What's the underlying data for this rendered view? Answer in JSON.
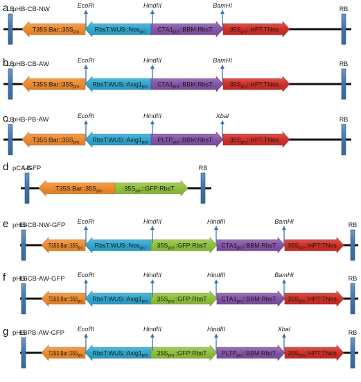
{
  "colors": {
    "orange": "#ee8a2e",
    "blue": "#2fa6cf",
    "purple": "#8354a6",
    "red": "#cf2f26",
    "green": "#8fc03c",
    "border": "#3e74ad",
    "line": "#111111",
    "site_arrow": "#3e74ad"
  },
  "panels": [
    {
      "letter": "a",
      "name": "pHB-CB-NW",
      "borders": [
        "LB",
        "RB"
      ],
      "segments": [
        {
          "color": "orange",
          "dir": "left",
          "main": "T35S:Bar::35S",
          "sub": "pro",
          "tail": ""
        },
        {
          "color": "blue",
          "dir": "left",
          "main": "RbsT:WUS::Nos",
          "sub": "pro",
          "tail": ""
        },
        {
          "color": "purple",
          "dir": "right",
          "main": "CTA1",
          "sub": "pro",
          "tail": "::BBM:RbsT"
        },
        {
          "color": "red",
          "dir": "right",
          "main": "35S",
          "sub": "pro",
          "tail": "::HPT:TNos"
        }
      ],
      "sites": [
        "EcoRI",
        "HindIII",
        "BamHI"
      ]
    },
    {
      "letter": "b",
      "name": "pHB-CB-AW",
      "borders": [
        "LB",
        "RB"
      ],
      "segments": [
        {
          "color": "orange",
          "dir": "left",
          "main": "T35S:Bar::35S",
          "sub": "pro",
          "tail": ""
        },
        {
          "color": "blue",
          "dir": "left",
          "main": "RbsT:WUS::Axig1",
          "sub": "pro",
          "tail": ""
        },
        {
          "color": "purple",
          "dir": "right",
          "main": "CTA1",
          "sub": "pro",
          "tail": "::BBM:RbsT"
        },
        {
          "color": "red",
          "dir": "right",
          "main": "35S",
          "sub": "pro",
          "tail": "::HPT:TNos"
        }
      ],
      "sites": [
        "EcoRI",
        "HindIII",
        "BamHI"
      ]
    },
    {
      "letter": "c",
      "name": "pHB-PB-AW",
      "borders": [
        "LB",
        "RB"
      ],
      "segments": [
        {
          "color": "orange",
          "dir": "left",
          "main": "T35S:Bar::35S",
          "sub": "pro",
          "tail": ""
        },
        {
          "color": "blue",
          "dir": "left",
          "main": "RbsT:WUS::Axig1",
          "sub": "pro",
          "tail": ""
        },
        {
          "color": "purple",
          "dir": "right",
          "main": "PLTP",
          "sub": "pro",
          "tail": "::BBM:RbsT"
        },
        {
          "color": "red",
          "dir": "right",
          "main": "35S",
          "sub": "pro",
          "tail": "::HPT:TNos"
        }
      ],
      "sites": [
        "EcoRI",
        "HindIII",
        "XbaI"
      ]
    },
    {
      "letter": "d",
      "name": "pCA-GFP",
      "borders": [
        "LB",
        "RB"
      ],
      "segments": [
        {
          "color": "orange",
          "dir": "left",
          "main": "T35S:Bar::35S",
          "sub": "pro",
          "tail": ""
        },
        {
          "color": "green",
          "dir": "right",
          "main": "35S",
          "sub": "pro",
          "tail": "::GFP:RbsT"
        }
      ],
      "sites": []
    },
    {
      "letter": "e",
      "name": "pHB-CB-NW-GFP",
      "borders": [
        "LB",
        "RB"
      ],
      "segments": [
        {
          "color": "orange",
          "dir": "left",
          "main": "T35S:Bar::35S",
          "sub": "pro",
          "tail": ""
        },
        {
          "color": "blue",
          "dir": "left",
          "main": "RbsT:WUS::Nos",
          "sub": "pro",
          "tail": ""
        },
        {
          "color": "green",
          "dir": "right",
          "main": "35S",
          "sub": "pro",
          "tail": "::GFP:RbsT"
        },
        {
          "color": "purple",
          "dir": "right",
          "main": "CTA1",
          "sub": "pro",
          "tail": "::BBM:RbsT"
        },
        {
          "color": "red",
          "dir": "right",
          "main": "35S",
          "sub": "pro",
          "tail": "::HPT:TNos"
        }
      ],
      "sites": [
        "EcoRI",
        "HindIII",
        "HindIII",
        "BamHI"
      ]
    },
    {
      "letter": "f",
      "name": "pHB-CB-AW-GFP",
      "borders": [
        "LB",
        "RB"
      ],
      "segments": [
        {
          "color": "orange",
          "dir": "left",
          "main": "T35S:Bar::35S",
          "sub": "pro",
          "tail": ""
        },
        {
          "color": "blue",
          "dir": "left",
          "main": "RbsT:WUS::Axig1",
          "sub": "pro",
          "tail": ""
        },
        {
          "color": "green",
          "dir": "right",
          "main": "35S",
          "sub": "pro",
          "tail": "::GFP:RbsT"
        },
        {
          "color": "purple",
          "dir": "right",
          "main": "CTA1",
          "sub": "pro",
          "tail": "::BBM:RbsT"
        },
        {
          "color": "red",
          "dir": "right",
          "main": "35S",
          "sub": "pro",
          "tail": "::HPT:TNos"
        }
      ],
      "sites": [
        "EcoRI",
        "HindIII",
        "HindIII",
        "BamHI"
      ]
    },
    {
      "letter": "g",
      "name": "pHB-PB-AW-GFP",
      "borders": [
        "LB",
        "RB"
      ],
      "segments": [
        {
          "color": "orange",
          "dir": "left",
          "main": "T35S:Bar::35S",
          "sub": "pro",
          "tail": ""
        },
        {
          "color": "blue",
          "dir": "left",
          "main": "RbsT:WUS::Axig1",
          "sub": "pro",
          "tail": ""
        },
        {
          "color": "green",
          "dir": "right",
          "main": "35S",
          "sub": "pro",
          "tail": "::GFP:RbsT"
        },
        {
          "color": "purple",
          "dir": "right",
          "main": "PLTP",
          "sub": "pro",
          "tail": "::BBM:RbsT"
        },
        {
          "color": "red",
          "dir": "right",
          "main": "35S",
          "sub": "pro",
          "tail": "::HPT:TNos"
        }
      ],
      "sites": [
        "EcoRI",
        "HindIII",
        "HindIII",
        "XbaI"
      ]
    }
  ]
}
